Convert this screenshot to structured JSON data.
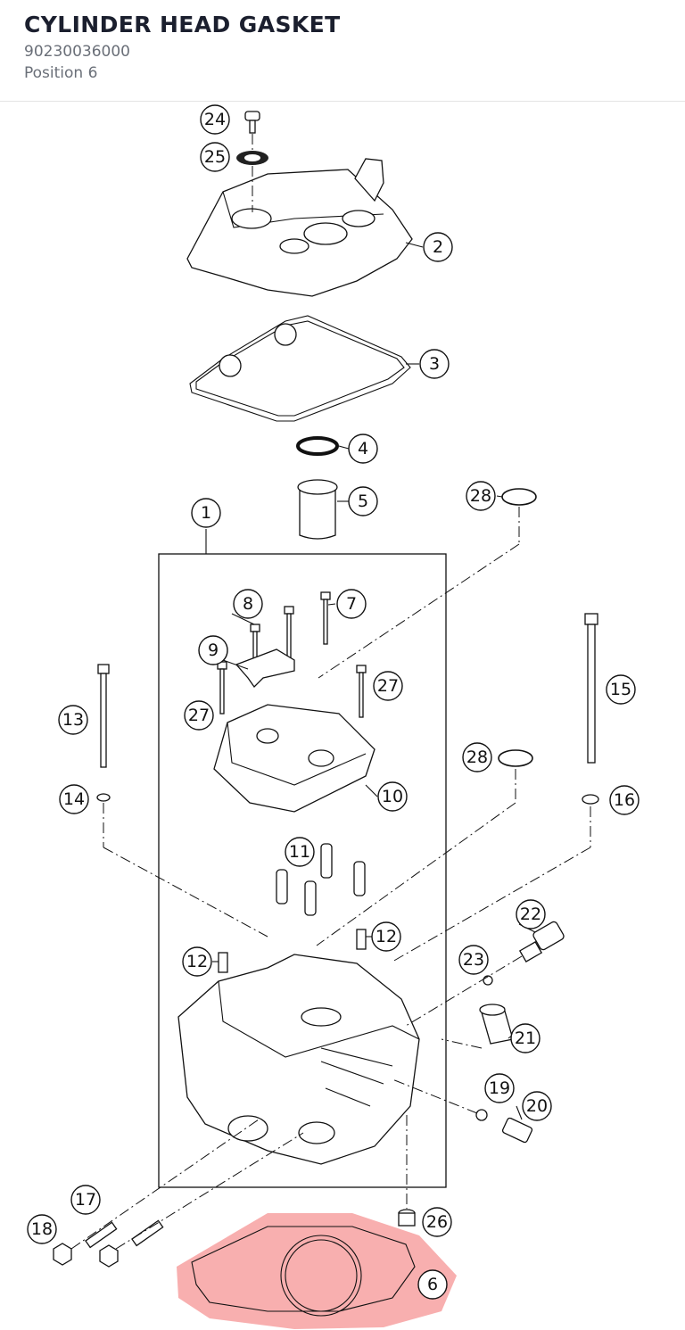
{
  "header": {
    "title": "CYLINDER HEAD GASKET",
    "part_number": "90230036000",
    "position": "Position 6"
  },
  "diagram": {
    "highlight_color": "#f7a1a1",
    "highlighted_position": "6",
    "callouts": [
      "24",
      "25",
      "2",
      "3",
      "4",
      "5",
      "28",
      "1",
      "8",
      "7",
      "9",
      "27",
      "27",
      "13",
      "15",
      "14",
      "10",
      "16",
      "28",
      "11",
      "22",
      "12",
      "12",
      "23",
      "21",
      "19",
      "20",
      "17",
      "26",
      "18",
      "6"
    ]
  }
}
